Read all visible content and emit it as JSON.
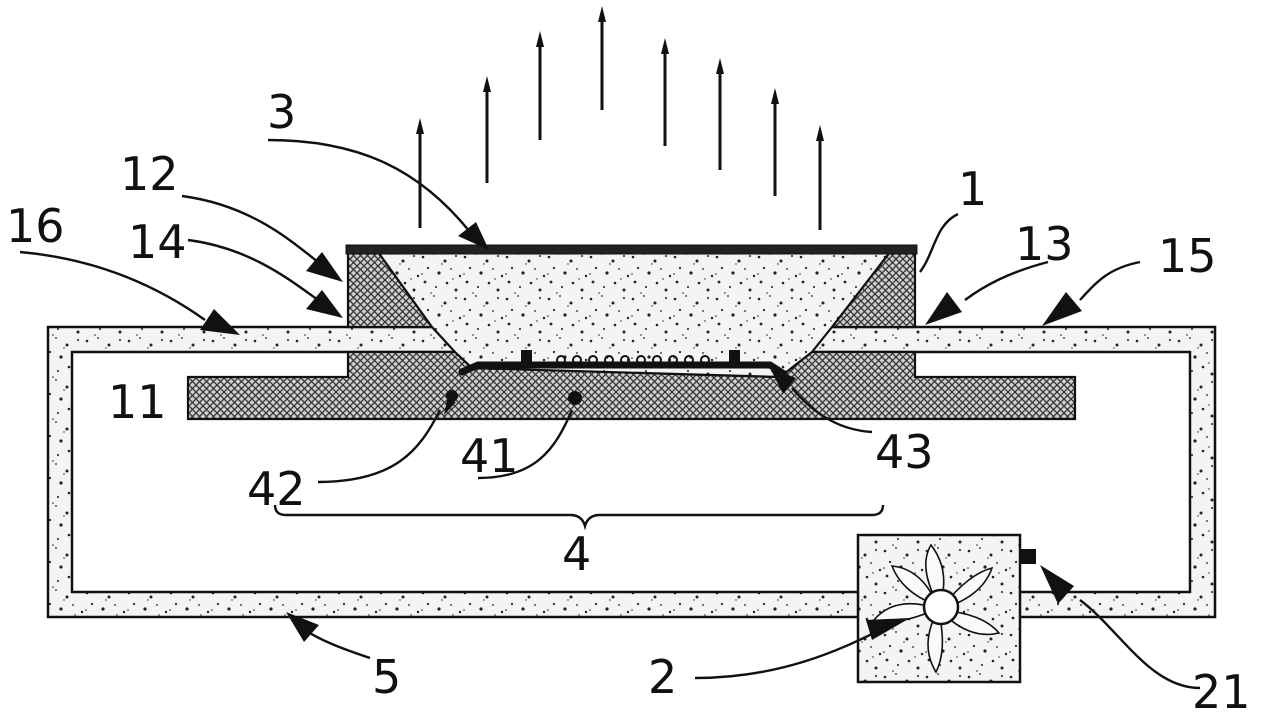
{
  "labels": {
    "l1": "1",
    "l2": "2",
    "l3": "3",
    "l4": "4",
    "l5": "5",
    "l11": "11",
    "l12": "12",
    "l13": "13",
    "l14": "14",
    "l15": "15",
    "l16": "16",
    "l21": "21",
    "l41": "41",
    "l42": "42",
    "l43": "43"
  },
  "colors": {
    "line": "#111111",
    "speckle_fill": "#f4f4f4",
    "speckle_dot": "#222222",
    "hatch": "#333333",
    "background": "#ffffff"
  }
}
